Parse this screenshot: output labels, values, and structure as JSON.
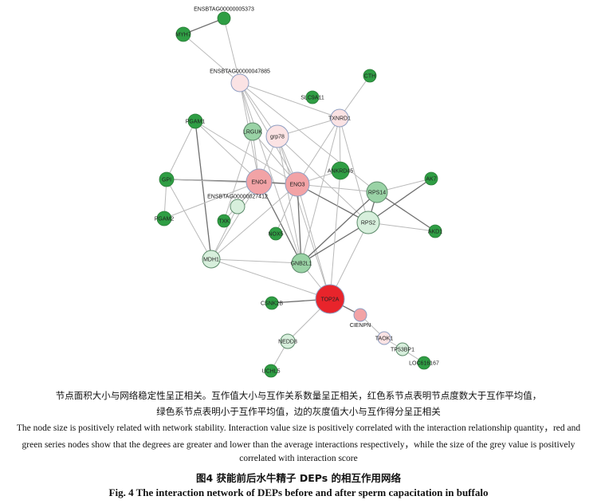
{
  "colors": {
    "red_strong": "#e8242b",
    "red_light": "#f2a3a6",
    "pink_pale": "#fbe3e4",
    "green_strong": "#2f9e44",
    "green_mid": "#9ad3a6",
    "green_pale": "#d7efdc",
    "edge": "#8a8a8a"
  },
  "network": {
    "nodes": [
      {
        "id": "ENSBTAG00000005373",
        "tone": "green_strong",
        "label_pos": "above"
      },
      {
        "id": "MYH7",
        "tone": "green_strong",
        "label_pos": "inside"
      },
      {
        "id": "ENSBTAG00000047885",
        "tone": "pink_pale",
        "label_pos": "above"
      },
      {
        "id": "CTH",
        "tone": "green_strong",
        "label_pos": "inside"
      },
      {
        "id": "SLC9A11",
        "tone": "green_strong",
        "label_pos": "inside"
      },
      {
        "id": "TXNRD1",
        "tone": "pink_pale",
        "label_pos": "inside"
      },
      {
        "id": "PGAM1",
        "tone": "green_strong",
        "label_pos": "inside"
      },
      {
        "id": "LRGUK",
        "tone": "green_mid",
        "label_pos": "inside"
      },
      {
        "id": "grp78",
        "tone": "pink_pale",
        "label_pos": "inside"
      },
      {
        "id": "ANKRD45",
        "tone": "green_strong",
        "label_pos": "inside"
      },
      {
        "id": "AK7",
        "tone": "green_strong",
        "label_pos": "inside"
      },
      {
        "id": "GPI",
        "tone": "green_strong",
        "label_pos": "inside"
      },
      {
        "id": "ENO4",
        "tone": "red_light",
        "label_pos": "inside"
      },
      {
        "id": "ENO3",
        "tone": "red_light",
        "label_pos": "inside"
      },
      {
        "id": "RPS14",
        "tone": "green_mid",
        "label_pos": "inside"
      },
      {
        "id": "ENSBTAG00000027412",
        "tone": "green_pale",
        "label_pos": "above"
      },
      {
        "id": "PGAM2",
        "tone": "green_strong",
        "label_pos": "inside"
      },
      {
        "id": "TXK",
        "tone": "green_strong",
        "label_pos": "inside"
      },
      {
        "id": "RPS2",
        "tone": "green_pale",
        "label_pos": "inside"
      },
      {
        "id": "AKD1",
        "tone": "green_strong",
        "label_pos": "inside"
      },
      {
        "id": "NOX5",
        "tone": "green_strong",
        "label_pos": "inside"
      },
      {
        "id": "MDH1",
        "tone": "green_pale",
        "label_pos": "inside"
      },
      {
        "id": "GNB2L1",
        "tone": "green_mid",
        "label_pos": "inside"
      },
      {
        "id": "TOP2A",
        "tone": "red_strong",
        "label_pos": "inside"
      },
      {
        "id": "CSNK2B",
        "tone": "green_strong",
        "label_pos": "inside"
      },
      {
        "id": "CIENPN",
        "tone": "red_light",
        "label_pos": "below"
      },
      {
        "id": "NEDD8",
        "tone": "green_pale",
        "label_pos": "inside"
      },
      {
        "id": "TAOK1",
        "tone": "pink_pale",
        "label_pos": "inside"
      },
      {
        "id": "TP53BP1",
        "tone": "green_pale",
        "label_pos": "inside"
      },
      {
        "id": "UCHL5",
        "tone": "green_strong",
        "label_pos": "inside"
      },
      {
        "id": "LOC616167",
        "tone": "green_strong",
        "label_pos": "inside"
      }
    ],
    "edges": [
      [
        "ENSBTAG00000005373",
        "MYH7"
      ],
      [
        "ENSBTAG00000005373",
        "ENSBTAG00000047885"
      ],
      [
        "MYH7",
        "ENSBTAG00000047885"
      ],
      [
        "ENSBTAG00000047885",
        "grp78"
      ],
      [
        "ENSBTAG00000047885",
        "LRGUK"
      ],
      [
        "ENSBTAG00000047885",
        "ENO3"
      ],
      [
        "ENSBTAG00000047885",
        "ENO4"
      ],
      [
        "ENSBTAG00000047885",
        "RPS14"
      ],
      [
        "ENSBTAG00000047885",
        "TXNRD1"
      ],
      [
        "ENSBTAG00000047885",
        "GNB2L1"
      ],
      [
        "CTH",
        "TXNRD1"
      ],
      [
        "TXNRD1",
        "ENO3"
      ],
      [
        "TXNRD1",
        "grp78"
      ],
      [
        "TXNRD1",
        "RPS2"
      ],
      [
        "TXNRD1",
        "GNB2L1"
      ],
      [
        "TXNRD1",
        "ANKRD45"
      ],
      [
        "PGAM1",
        "ENO4"
      ],
      [
        "PGAM1",
        "ENO3"
      ],
      [
        "PGAM1",
        "GPI"
      ],
      [
        "PGAM1",
        "MDH1"
      ],
      [
        "LRGUK",
        "ENO4"
      ],
      [
        "LRGUK",
        "ENO3"
      ],
      [
        "LRGUK",
        "TXK"
      ],
      [
        "grp78",
        "ENO4"
      ],
      [
        "grp78",
        "ENO3"
      ],
      [
        "grp78",
        "GNB2L1"
      ],
      [
        "grp78",
        "TOP2A"
      ],
      [
        "grp78",
        "RPS2"
      ],
      [
        "GPI",
        "ENO4"
      ],
      [
        "GPI",
        "ENO3"
      ],
      [
        "GPI",
        "PGAM2"
      ],
      [
        "GPI",
        "MDH1"
      ],
      [
        "PGAM2",
        "ENO4"
      ],
      [
        "ENO4",
        "ENO3"
      ],
      [
        "ENO4",
        "MDH1"
      ],
      [
        "ENO4",
        "GNB2L1"
      ],
      [
        "ENO4",
        "TXK"
      ],
      [
        "ENO3",
        "MDH1"
      ],
      [
        "ENO3",
        "GNB2L1"
      ],
      [
        "ENO3",
        "RPS14"
      ],
      [
        "ENO3",
        "RPS2"
      ],
      [
        "ENO3",
        "TOP2A"
      ],
      [
        "ENO3",
        "NOX5"
      ],
      [
        "ENO3",
        "ANKRD45"
      ],
      [
        "ENSBTAG00000027412",
        "ENO4"
      ],
      [
        "ENSBTAG00000027412",
        "MDH1"
      ],
      [
        "MDH1",
        "GNB2L1"
      ],
      [
        "MDH1",
        "TOP2A"
      ],
      [
        "GNB2L1",
        "RPS14"
      ],
      [
        "GNB2L1",
        "RPS2"
      ],
      [
        "GNB2L1",
        "TOP2A"
      ],
      [
        "RPS14",
        "RPS2"
      ],
      [
        "RPS14",
        "AK7"
      ],
      [
        "RPS14",
        "AKD1"
      ],
      [
        "RPS2",
        "AK7"
      ],
      [
        "RPS2",
        "AKD1"
      ],
      [
        "RPS2",
        "TOP2A"
      ],
      [
        "ANKRD45",
        "TOP2A"
      ],
      [
        "TOP2A",
        "CSNK2B"
      ],
      [
        "TOP2A",
        "CIENPN"
      ],
      [
        "TOP2A",
        "NEDD8"
      ],
      [
        "CIENPN",
        "TAOK1"
      ],
      [
        "TAOK1",
        "TP53BP1"
      ],
      [
        "TP53BP1",
        "LOC616167"
      ],
      [
        "NEDD8",
        "UCHL5"
      ]
    ]
  },
  "caption": {
    "zh_line1": "节点面积大小与网络稳定性呈正相关。互作值大小与互作关系数量呈正相关，红色系节点表明节点度数大于互作平均值，",
    "zh_line2": "绿色系节点表明小于互作平均值，边的灰度值大小与互作得分呈正相关",
    "en_line1": "The node size is positively related with network stability. Interaction value size is positively correlated with the interaction relationship quantity，red and",
    "en_line2": "green series nodes show that the degrees are greater and lower than the average interactions respectively，while the size of the grey value is positively",
    "en_line3": "correlated with interaction score",
    "title_zh": "图4   获能前后水牛精子 DEPs 的相互作用网络",
    "title_en": "Fig. 4    The interaction network of DEPs before and after sperm capacitation in buffalo"
  }
}
